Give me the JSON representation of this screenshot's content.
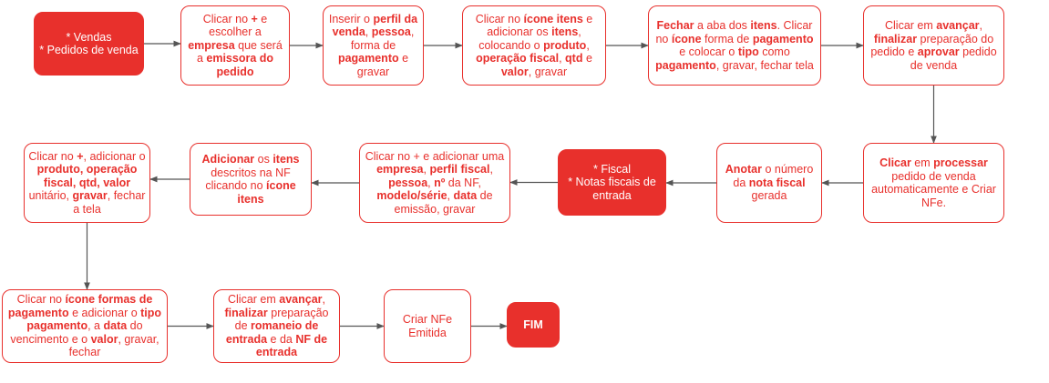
{
  "colors": {
    "accent": "#e8302c",
    "arrow": "#555555"
  },
  "nodes": [
    {
      "id": "vendas-start",
      "style": "filled",
      "text": "* Vendas\n* Pedidos de venda"
    },
    {
      "id": "escolher-empresa",
      "style": "outline",
      "text": "Clicar no **+** e escolher a **empresa** que será a **emissora do pedido**"
    },
    {
      "id": "inserir-perfil",
      "style": "outline",
      "text": "Inserir o **perfil da venda**, **pessoa**, forma de **pagamento** e gravar"
    },
    {
      "id": "icone-itens",
      "style": "outline",
      "text": "Clicar no **ícone itens** e adicionar os **itens**, colocando o **produto**, **operação fiscal**, **qtd** e **valor**, gravar"
    },
    {
      "id": "forma-pagamento",
      "style": "outline",
      "text": "**Fechar** a aba dos **itens**. Clicar no **ícone** forma de **pagamento** e colocar o **tipo** como **pagamento**, gravar, fechar tela"
    },
    {
      "id": "avancar-aprovar",
      "style": "outline",
      "text": "Clicar em **avançar**, **finalizar** preparação do pedido e **aprovar** pedido de venda"
    },
    {
      "id": "processar",
      "style": "outline",
      "text": "**Clicar** em **processar** pedido de venda automaticamente e Criar NFe."
    },
    {
      "id": "anotar-nf",
      "style": "outline",
      "text": "**Anotar** o número da **nota fiscal** gerada"
    },
    {
      "id": "fiscal-start",
      "style": "filled",
      "text": "* Fiscal\n* Notas fiscais de entrada"
    },
    {
      "id": "adicionar-empresa",
      "style": "outline",
      "text": "Clicar no + e adicionar uma **empresa**, **perfil fiscal**, **pessoa**, **nº** da NF, **modelo/série**, **data** de emissão, gravar"
    },
    {
      "id": "adicionar-itens-nf",
      "style": "outline",
      "text": "**Adicionar** os **itens** descritos na NF clicando no **ícone itens**"
    },
    {
      "id": "adicionar-produto",
      "style": "outline",
      "text": "Clicar no **+**, adicionar o **produto, operação fiscal, qtd, valor** unitário, **gravar**, fechar a tela"
    },
    {
      "id": "formas-pagamento",
      "style": "outline",
      "text": "Clicar no **ícone formas de pagamento** e adicionar o **tipo pagamento**, a **data** do vencimento e o **valor**, gravar, fechar"
    },
    {
      "id": "finalizar-romaneio",
      "style": "outline",
      "text": "Clicar em **avançar**, **finalizar** preparação de **romaneio de entrada** e da **NF de entrada**"
    },
    {
      "id": "criar-nfe",
      "style": "outline",
      "text": "Criar NFe\nEmitida"
    },
    {
      "id": "fim",
      "style": "filled",
      "text": "**FIM**"
    }
  ],
  "edges": [
    [
      "vendas-start",
      "escolher-empresa"
    ],
    [
      "escolher-empresa",
      "inserir-perfil"
    ],
    [
      "inserir-perfil",
      "icone-itens"
    ],
    [
      "icone-itens",
      "forma-pagamento"
    ],
    [
      "forma-pagamento",
      "avancar-aprovar"
    ],
    [
      "avancar-aprovar",
      "processar"
    ],
    [
      "processar",
      "anotar-nf"
    ],
    [
      "anotar-nf",
      "fiscal-start"
    ],
    [
      "fiscal-start",
      "adicionar-empresa"
    ],
    [
      "adicionar-empresa",
      "adicionar-itens-nf"
    ],
    [
      "adicionar-itens-nf",
      "adicionar-produto"
    ],
    [
      "adicionar-produto",
      "formas-pagamento"
    ],
    [
      "formas-pagamento",
      "finalizar-romaneio"
    ],
    [
      "finalizar-romaneio",
      "criar-nfe"
    ],
    [
      "criar-nfe",
      "fim"
    ]
  ]
}
